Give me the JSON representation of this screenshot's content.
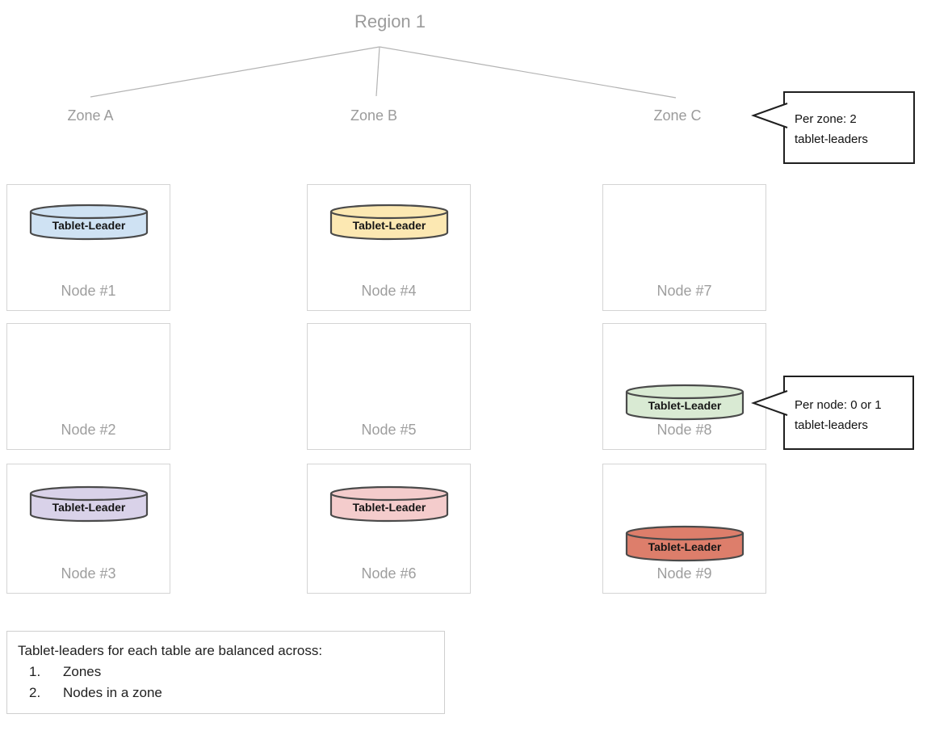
{
  "diagram_title": "Region 1",
  "zones": [
    {
      "label": "Zone A"
    },
    {
      "label": "Zone B"
    },
    {
      "label": "Zone C"
    }
  ],
  "cylinder_label": "Tablet-Leader",
  "nodes": [
    {
      "label": "Node #1",
      "has_tablet_leader": true,
      "color": "#cfe2f3"
    },
    {
      "label": "Node #2",
      "has_tablet_leader": false
    },
    {
      "label": "Node #3",
      "has_tablet_leader": true,
      "color": "#d9d2e9"
    },
    {
      "label": "Node #4",
      "has_tablet_leader": true,
      "color": "#fce8b2"
    },
    {
      "label": "Node #5",
      "has_tablet_leader": false
    },
    {
      "label": "Node #6",
      "has_tablet_leader": true,
      "color": "#f4cccc"
    },
    {
      "label": "Node #7",
      "has_tablet_leader": false
    },
    {
      "label": "Node #8",
      "has_tablet_leader": true,
      "color": "#d9ead3"
    },
    {
      "label": "Node #9",
      "has_tablet_leader": true,
      "color": "#dd7e6b"
    }
  ],
  "callouts": {
    "per_zone": {
      "line1": "Per zone: 2",
      "line2": "tablet-leaders"
    },
    "per_node": {
      "line1": "Per node: 0 or 1",
      "line2": "tablet-leaders"
    }
  },
  "legend": {
    "title": "Tablet-leaders for each table are balanced across:",
    "items": [
      {
        "num": "1.",
        "text": "Zones"
      },
      {
        "num": "2.",
        "text": "Nodes in a zone"
      }
    ]
  },
  "colors": {
    "tree_line": "#b3b3b3",
    "node_border": "#d4d4d4",
    "cylinder_stroke": "#4a4a4a",
    "muted_text": "#9b9b9b",
    "callout_border": "#1f1f1f"
  }
}
